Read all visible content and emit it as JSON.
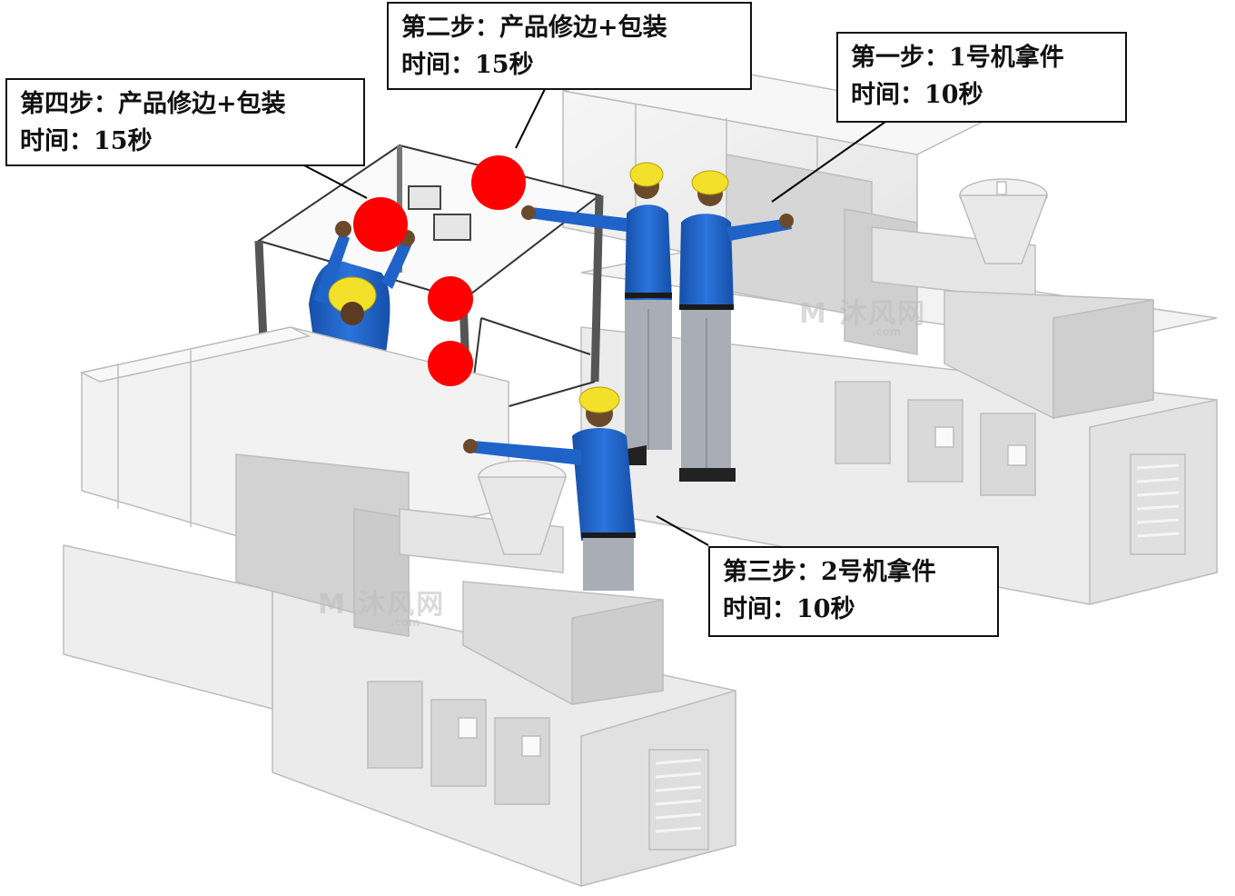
{
  "callouts": {
    "step1": {
      "title": "第一步：1号机拿件",
      "time": "时间：10秒"
    },
    "step2": {
      "title": "第二步：产品修边+包装",
      "time": "时间：15秒"
    },
    "step3": {
      "title": "第三步：2号机拿件",
      "time": "时间：10秒"
    },
    "step4": {
      "title": "第四步：产品修边+包装",
      "time": "时间：15秒"
    }
  },
  "watermark": {
    "text": "M 沐风网",
    "domain": ".com"
  },
  "colors": {
    "machine_fill": "#efefef",
    "machine_dark": "#c9c9c9",
    "shirt": "#1f63c9",
    "helmet": "#f2e02a",
    "pants": "#a9adb5",
    "marker": "#ff0000",
    "frame": "#4a4a4a"
  }
}
